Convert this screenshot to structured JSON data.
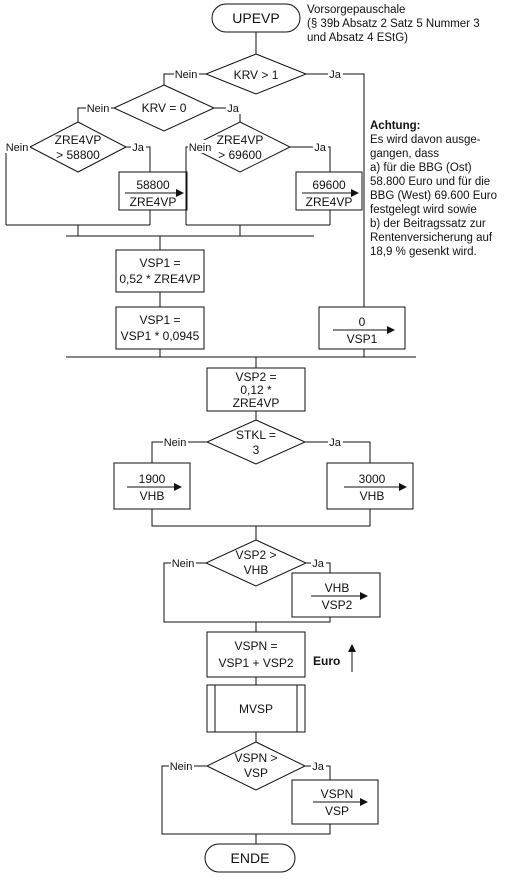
{
  "start": "UPEVP",
  "end": "ENDE",
  "header_note": [
    "Vorsorgepauschale",
    "(§ 39b Absatz 2 Satz 5 Nummer 3",
    "und Absatz 4 EStG)"
  ],
  "attention": {
    "title": "Achtung:",
    "lines": [
      "Es wird davon ausge-",
      "gangen, dass",
      "a) für die BBG (Ost)",
      "58.800 Euro und für die",
      "BBG (West) 69.600 Euro",
      "festgelegt wird sowie",
      "b) der Beitragssatz zur",
      "Rentenversicherung auf",
      "18,9 % gesenkt wird."
    ]
  },
  "branch": {
    "no": "Nein",
    "yes": "Ja"
  },
  "decisions": {
    "krv_gt1": [
      "KRV > 1"
    ],
    "krv_eq0": [
      "KRV = 0"
    ],
    "zre_58800": [
      "ZRE4VP",
      "> 58800"
    ],
    "zre_69600": [
      "ZRE4VP",
      "> 69600"
    ],
    "stkl": [
      "STKL =",
      "3"
    ],
    "vsp2_vhb": [
      "VSP2 >",
      "VHB"
    ],
    "vspn_vsp": [
      "VSPN >",
      "VSP"
    ]
  },
  "assignments": {
    "a58800": {
      "value": "58800",
      "target": "ZRE4VP"
    },
    "a69600": {
      "value": "69600",
      "target": "ZRE4VP"
    },
    "a0": {
      "value": "0",
      "target": "VSP1"
    },
    "a1900": {
      "value": "1900",
      "target": "VHB"
    },
    "a3000": {
      "value": "3000",
      "target": "VHB"
    },
    "avhb": {
      "value": "VHB",
      "target": "VSP2"
    },
    "avspn": {
      "value": "VSPN",
      "target": "VSP"
    }
  },
  "processes": {
    "vsp1_a": [
      "VSP1 =",
      "0,52 * ZRE4VP"
    ],
    "vsp1_b": [
      "VSP1 =",
      "VSP1 * 0,0945"
    ],
    "vsp2": [
      "VSP2 =",
      "0,12 *",
      "ZRE4VP"
    ],
    "vspn": [
      "VSPN =",
      "VSP1 + VSP2"
    ]
  },
  "subroutine": "MVSP",
  "euro_label": "Euro"
}
